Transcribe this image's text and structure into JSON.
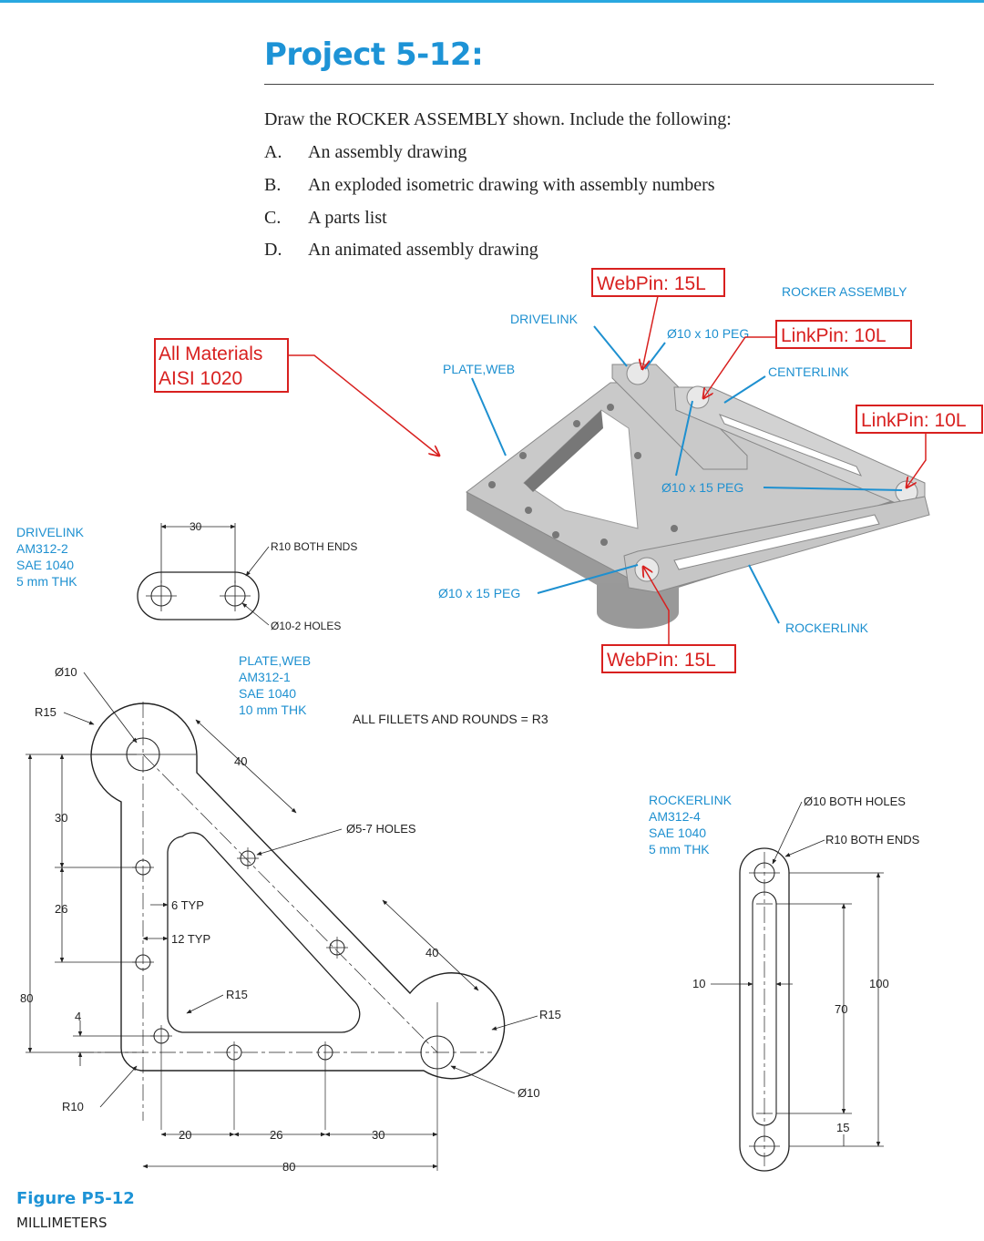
{
  "page": {
    "title": "Project 5-12:",
    "intro": "Draw the ROCKER ASSEMBLY shown. Include the following:",
    "items": [
      {
        "letter": "A.",
        "text": "An assembly drawing"
      },
      {
        "letter": "B.",
        "text": "An exploded isometric drawing with assembly numbers"
      },
      {
        "letter": "C.",
        "text": "A parts list"
      },
      {
        "letter": "D.",
        "text": "An animated assembly drawing"
      }
    ],
    "figure_label": "Figure P5-12",
    "units": "MILLIMETERS"
  },
  "annotations": {
    "webpin_top": "WebPin: 15L",
    "webpin_bottom": "WebPin: 15L",
    "linkpin_top": "LinkPin: 10L",
    "linkpin_right": "LinkPin: 10L",
    "materials_line1": "All Materials",
    "materials_line2": "AISI 1020"
  },
  "iso_labels": {
    "assembly": "ROCKER ASSEMBLY",
    "drivelink": "DRIVELINK",
    "plate_web": "PLATE,WEB",
    "peg_top": "Ø10 x 10 PEG",
    "centerlink": "CENTERLINK",
    "peg_mid": "Ø10 x 15 PEG",
    "peg_left": "Ø10 x 15 PEG",
    "rockerlink": "ROCKERLINK"
  },
  "drivelink": {
    "name": "DRIVELINK",
    "part": "AM312-2",
    "material": "SAE 1040",
    "thickness": "5 mm THK",
    "dim_center": "30",
    "note_ends": "R10 BOTH ENDS",
    "note_holes": "Ø10-2 HOLES"
  },
  "plate": {
    "name": "PLATE,WEB",
    "part": "AM312-1",
    "material": "SAE 1040",
    "thickness": "10 mm THK",
    "fillets": "ALL FILLETS AND ROUNDS = R3",
    "d10": "Ø10",
    "r15_top": "R15",
    "d40_top": "40",
    "holes": "Ø5-7 HOLES",
    "d30": "30",
    "d26_left": "26",
    "d6": "6 TYP",
    "d12": "12 TYP",
    "d40_right": "40",
    "d80": "80",
    "r15_in": "R15",
    "d4": "4",
    "r15_right": "R15",
    "r10": "R10",
    "d10_right": "Ø10",
    "b20": "20",
    "b26": "26",
    "b30": "30",
    "b80": "80"
  },
  "rockerlink": {
    "name": "ROCKERLINK",
    "part": "AM312-4",
    "material": "SAE 1040",
    "thickness": "5 mm THK",
    "holes": "Ø10 BOTH HOLES",
    "ends": "R10 BOTH ENDS",
    "d10": "10",
    "d100": "100",
    "d70": "70",
    "d15": "15"
  }
}
